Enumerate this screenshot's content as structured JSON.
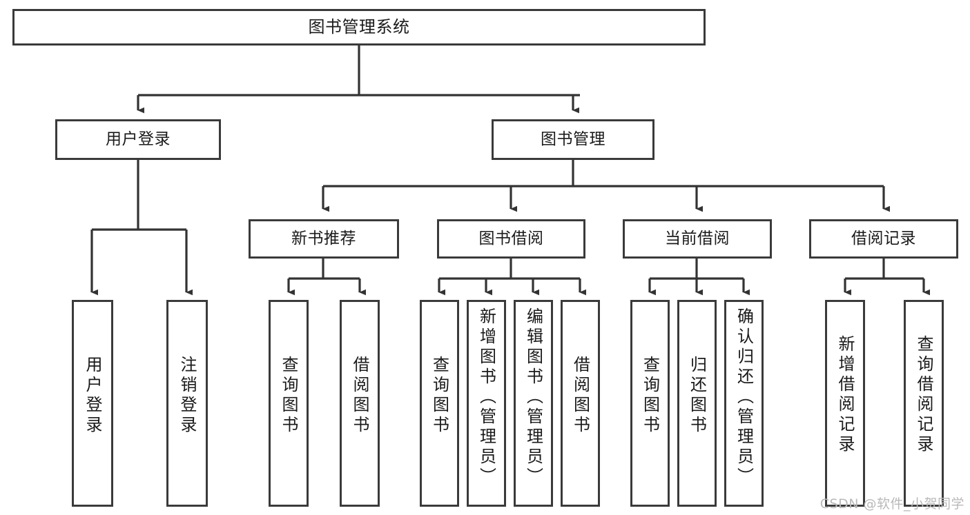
{
  "diagram": {
    "title": "图书管理系统",
    "type": "tree-hierarchy-chart",
    "colors": {
      "box_border": "#3a3a3a",
      "box_fill": "#ffffff",
      "edge": "#333333",
      "text": "#1a1a1a",
      "watermark": "#b9b9b9",
      "background": "#ffffff"
    },
    "watermark": "CSDN @软件_小贺同学"
  },
  "nodes": {
    "root": {
      "label": "图书管理系统"
    },
    "level1": [
      {
        "id": "user-login",
        "label": "用户登录"
      },
      {
        "id": "book-management",
        "label": "图书管理"
      }
    ],
    "level2": [
      {
        "id": "new-book-recommend",
        "label": "新书推荐"
      },
      {
        "id": "book-borrow",
        "label": "图书借阅"
      },
      {
        "id": "current-borrow",
        "label": "当前借阅"
      },
      {
        "id": "borrow-record",
        "label": "借阅记录"
      }
    ],
    "leaves": {
      "user-login": [
        {
          "id": "leaf-user-login",
          "label": "用户登录"
        },
        {
          "id": "leaf-logout-login",
          "label": "注销登录"
        }
      ],
      "new-book-recommend": [
        {
          "id": "leaf-query-book-1",
          "label": "查询图书"
        },
        {
          "id": "leaf-borrow-book-1",
          "label": "借阅图书"
        }
      ],
      "book-borrow": [
        {
          "id": "leaf-query-book-2",
          "label": "查询图书"
        },
        {
          "id": "leaf-add-book-admin",
          "label": "新增图书（管理员）"
        },
        {
          "id": "leaf-edit-book-admin",
          "label": "编辑图书（管理员）"
        },
        {
          "id": "leaf-borrow-book-2",
          "label": "借阅图书"
        }
      ],
      "current-borrow": [
        {
          "id": "leaf-query-book-3",
          "label": "查询图书"
        },
        {
          "id": "leaf-return-book",
          "label": "归还图书"
        },
        {
          "id": "leaf-confirm-return-admin",
          "label": "确认归还（管理员）"
        }
      ],
      "borrow-record": [
        {
          "id": "leaf-add-borrow-record",
          "label": "新增借阅记录"
        },
        {
          "id": "leaf-query-borrow-record",
          "label": "查询借阅记录"
        }
      ]
    }
  }
}
